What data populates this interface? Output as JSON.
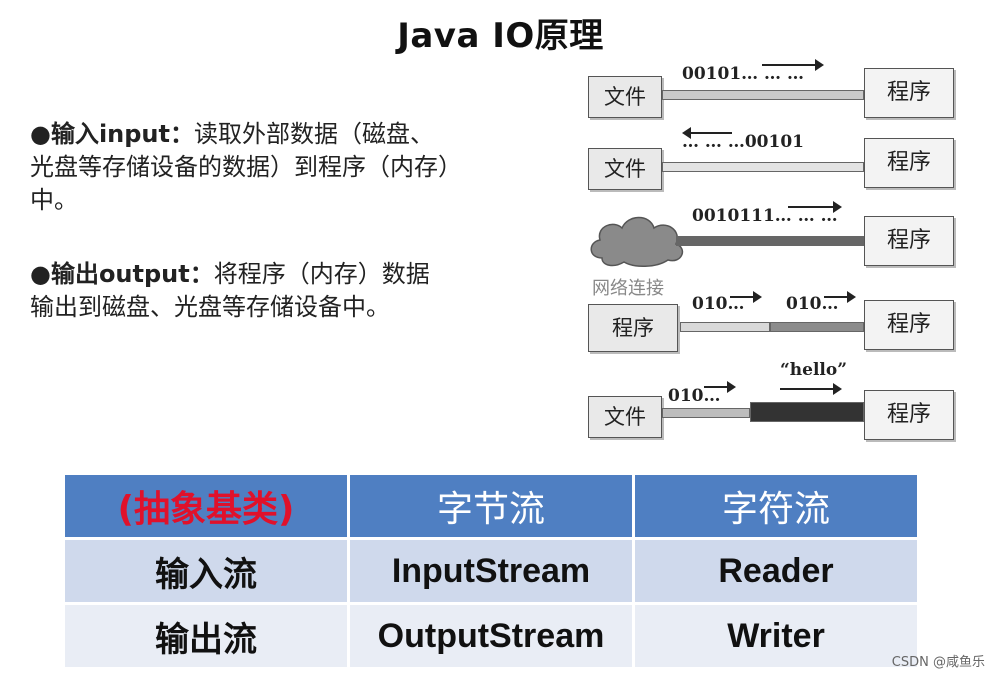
{
  "title": "Java IO原理",
  "bullets": {
    "input_head": "●输入input：",
    "input_text": "读取外部数据（磁盘、光盘等存储设备的数据）到程序（内存）中。",
    "output_head": "●输出output：",
    "output_text": "将程序（内存）数据输出到磁盘、光盘等存储设备中。"
  },
  "diagram": {
    "file": "文件",
    "program": "程序",
    "network": "网络连接",
    "bits_1": "00101… … …",
    "bits_2": "… … …00101",
    "bits_3": "0010111… … …",
    "bits_4a": "010…",
    "bits_4b": "010…",
    "bits_5a": "010…",
    "hello": "“hello”"
  },
  "table": {
    "headers": [
      "(抽象基类)",
      "字节流",
      "字符流"
    ],
    "rows": [
      [
        "输入流",
        "InputStream",
        "Reader"
      ],
      [
        "输出流",
        "OutputStream",
        "Writer"
      ]
    ]
  },
  "colors": {
    "header_bg": "#4f7fc2",
    "header_red": "#e0112b",
    "row1_bg": "#cfd9ec",
    "row2_bg": "#e9edf5"
  },
  "footer": "CSDN @咸鱼乐"
}
